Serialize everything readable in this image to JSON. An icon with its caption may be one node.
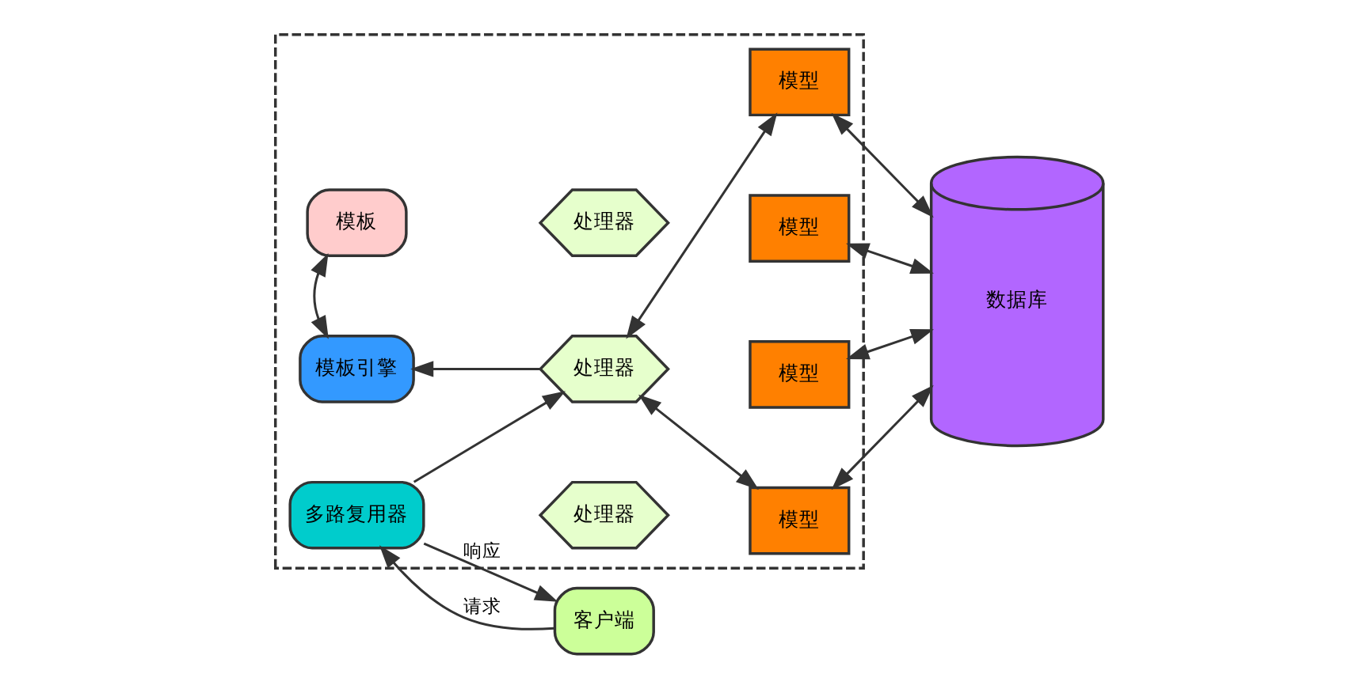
{
  "diagram": {
    "nodes": [
      {
        "text": [],
        "shape": "box"
      },
      {
        "text": [
          "客户端"
        ]
      },
      {
        "text": [
          "多路复用器"
        ],
        "in": 0
      },
      {
        "text": [
          "处理器"
        ],
        "in": 0
      },
      {
        "text": [
          "模板引擎"
        ],
        "in": 0
      },
      {
        "text": [
          "处理器"
        ],
        "in": 0
      },
      {
        "text": [
          "模板"
        ],
        "in": 0
      },
      {
        "text": [
          "处理器"
        ],
        "in": 0
      },
      {
        "text": [
          "模型"
        ],
        "in": 0
      },
      {
        "text": [
          "模型"
        ],
        "in": 0
      },
      {
        "text": [
          "模型"
        ],
        "in": 0
      },
      {
        "text": [
          "模型"
        ],
        "in": 0
      },
      {
        "text": [
          "数据库"
        ]
      }
    ],
    "edges": [
      {
        "from": 1,
        "to": 2,
        "arrow": "to",
        "label": "请求"
      },
      {
        "from": 2,
        "to": 1,
        "arrow": "to",
        "label": "响应"
      },
      {
        "from": 2,
        "to": 5,
        "arrow": "to"
      },
      {
        "from": 5,
        "to": 4,
        "arrow": "to"
      },
      {
        "from": 4,
        "to": 6,
        "arrow": "both"
      },
      {
        "from": 5,
        "to": 8,
        "arrow": "both"
      },
      {
        "from": 5,
        "to": 11,
        "arrow": "both"
      },
      {
        "from": 8,
        "to": 12,
        "arrow": "both"
      },
      {
        "from": 9,
        "to": 12,
        "arrow": "both"
      },
      {
        "from": 10,
        "to": 12,
        "arrow": "both"
      },
      {
        "from": 11,
        "to": 12,
        "arrow": "both"
      }
    ]
  }
}
